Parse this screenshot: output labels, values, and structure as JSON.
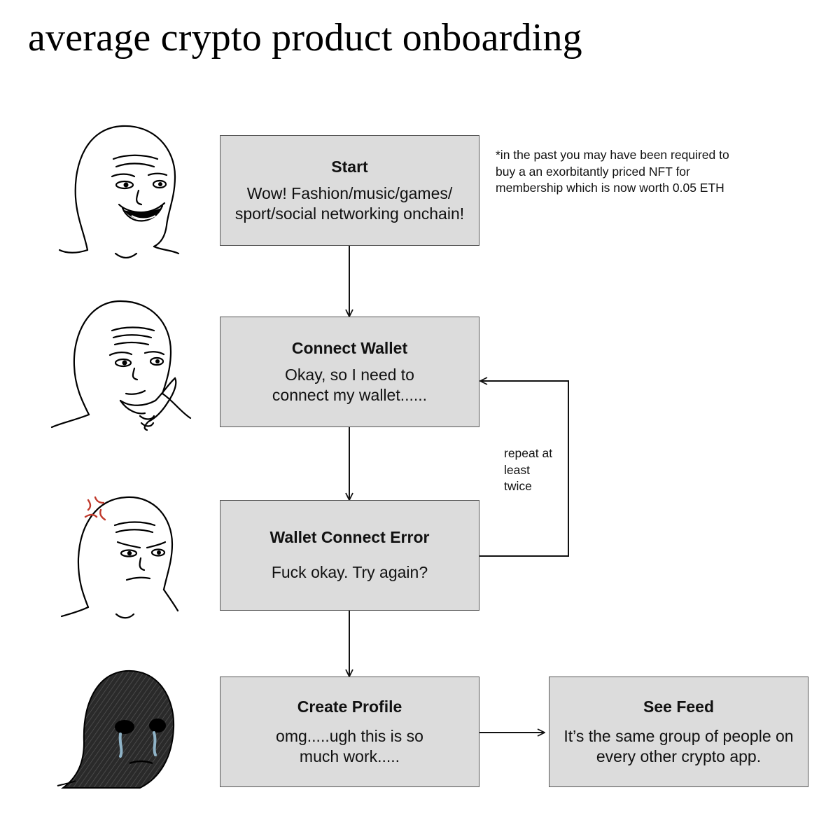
{
  "title": "average crypto product onboarding",
  "boxes": {
    "start": {
      "title": "Start",
      "text": "Wow! Fashion/music/games/ sport/social networking onchain!"
    },
    "connect": {
      "title": "Connect Wallet",
      "text": "Okay, so I need to connect my wallet......"
    },
    "error": {
      "title": "Wallet Connect Error",
      "text": "Fuck okay. Try again?"
    },
    "profile": {
      "title": "Create Profile",
      "text": "omg.....ugh this is so much work....."
    },
    "feed": {
      "title": "See Feed",
      "text": "It’s the same group of people on every other crypto app."
    }
  },
  "notes": {
    "footnote": "*in the past you may have been required to buy a an exorbitantly priced NFT for membership which is now worth 0.05 ETH",
    "repeat": "repeat at least twice"
  },
  "colors": {
    "box_fill": "#dcdcdc",
    "box_border": "#555555",
    "arrow": "#111111",
    "anger": "#c0392b",
    "tear": "#8fb3c7"
  },
  "faces": [
    "happy-wojak-icon",
    "thinking-wojak-icon",
    "angry-wojak-icon",
    "despair-wojak-icon"
  ]
}
